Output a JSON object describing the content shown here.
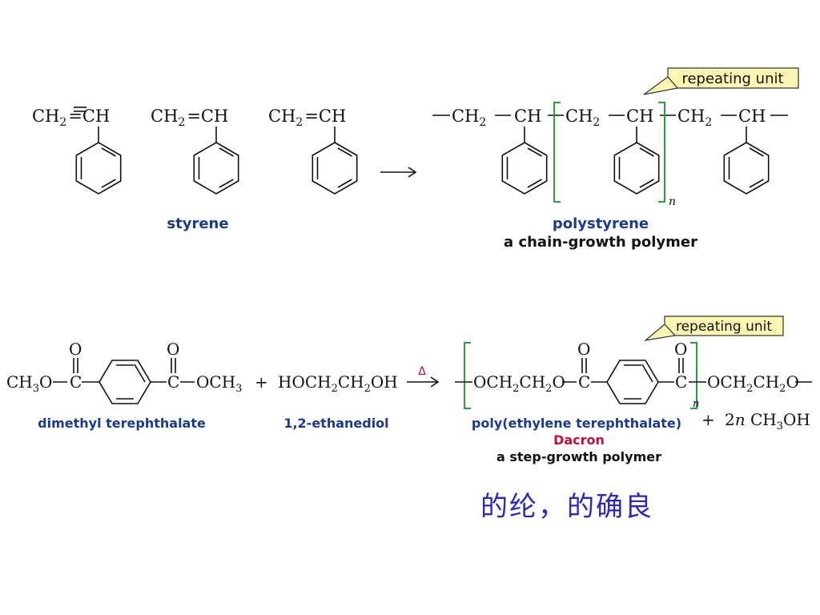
{
  "reaction1": {
    "monomer_formula_left": "CH",
    "monomer_formula_sub": "2",
    "monomer_formula_right": "CH",
    "monomer_label": "styrene",
    "chain_ch2": "CH",
    "chain_ch2_sub": "2",
    "chain_ch": "CH",
    "n_symbol": "n",
    "product_label": "polystyrene",
    "product_type": "a chain-growth polymer",
    "callout": "repeating unit",
    "arrow": "⟶"
  },
  "reaction2": {
    "reactant1_left": "CH",
    "reactant1_left_sub": "3",
    "reactant1_left_tail": "O",
    "carbonyl_c": "C",
    "carbonyl_o": "O",
    "reactant1_right": "OCH",
    "reactant1_right_sub": "3",
    "plus": "+",
    "reactant2": [
      "HOCH",
      "2",
      "CH",
      "2",
      "OH"
    ],
    "heat_symbol": "Δ",
    "arrow": "⟶",
    "product_left": [
      "OCH",
      "2",
      "CH",
      "2",
      "O"
    ],
    "product_right": [
      "OCH",
      "2",
      "CH",
      "2",
      "O"
    ],
    "n_symbol": "n",
    "byproduct_plus": "+",
    "byproduct": [
      "2",
      "n",
      " CH",
      "3",
      "OH"
    ],
    "reactant1_label": "dimethyl terephthalate",
    "reactant2_label": "1,2-ethanediol",
    "product_label": "poly(ethylene terephthalate)",
    "product_trade_name": "Dacron",
    "product_type": "a step-growth polymer",
    "callout": "repeating unit"
  },
  "footnote": "的纶，的确良",
  "colors": {
    "label_blue": "#1a3a8c",
    "trade_red": "#c0103a",
    "bracket_green": "#2e9e3e",
    "callout_fill": "#fdf6b2",
    "note_blue": "#2a2ab4"
  }
}
